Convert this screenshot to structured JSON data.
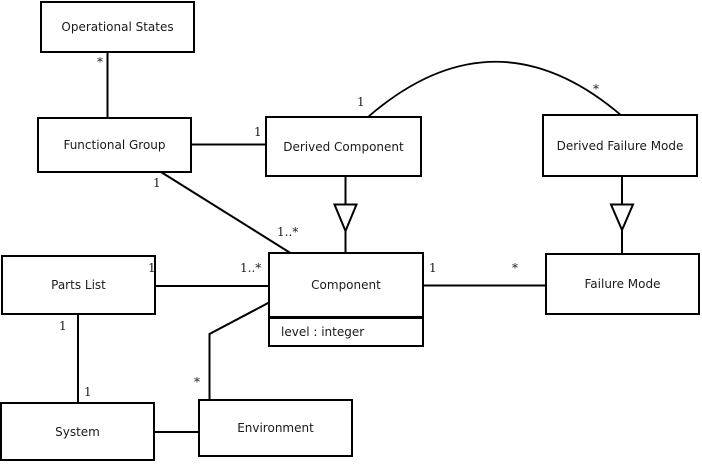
{
  "diagram_type": "uml-class-diagram",
  "colors": {
    "line": "#000000",
    "background": "#ffffff",
    "text": "#1a1a1a"
  },
  "classes": {
    "operational_states": {
      "name": "Operational States"
    },
    "functional_group": {
      "name": "Functional Group"
    },
    "derived_component": {
      "name": "Derived Component"
    },
    "derived_failure_mode": {
      "name": "Derived Failure Mode"
    },
    "parts_list": {
      "name": "Parts List"
    },
    "component": {
      "name": "Component",
      "attributes": [
        "level : integer"
      ]
    },
    "failure_mode": {
      "name": "Failure Mode"
    },
    "system": {
      "name": "System"
    },
    "environment": {
      "name": "Environment"
    }
  },
  "multiplicities": {
    "operational_states_end": "*",
    "derived_component_left_end": "1",
    "arc_derived_component_end": "1",
    "arc_derived_failure_mode_end": "*",
    "functional_group_end": "1",
    "component_from_functional_group_end": "1..*",
    "parts_list_end": "1",
    "component_from_parts_list_end": "1..*",
    "component_to_failure_mode_end": "1",
    "failure_mode_end": "*",
    "parts_list_to_system_end": "1",
    "system_end": "1",
    "environment_end": "*"
  },
  "associations": [
    {
      "from": "Operational States",
      "to": "Functional Group",
      "label_near_operational_states": "*"
    },
    {
      "from": "Functional Group",
      "to": "Derived Component",
      "label_near_derived_component": "1"
    },
    {
      "from": "Derived Component",
      "to": "Derived Failure Mode",
      "shape": "arc",
      "label_near_derived_component": "1",
      "label_near_derived_failure_mode": "*"
    },
    {
      "from": "Functional Group",
      "to": "Component",
      "label_near_functional_group": "1",
      "label_near_component": "1..*"
    },
    {
      "from": "Parts List",
      "to": "Component",
      "label_near_parts_list": "1",
      "label_near_component": "1..*"
    },
    {
      "from": "Component",
      "to": "Failure Mode",
      "label_near_component": "1",
      "label_near_failure_mode": "*"
    },
    {
      "from": "Parts List",
      "to": "System",
      "label_near_parts_list": "1",
      "label_near_system": "1"
    },
    {
      "from": "Component",
      "to": "Environment",
      "label_near_environment": "*"
    },
    {
      "from": "System",
      "to": "Environment"
    }
  ],
  "generalizations": [
    {
      "child": "Derived Component",
      "parent": "Component"
    },
    {
      "child": "Derived Failure Mode",
      "parent": "Failure Mode"
    }
  ]
}
